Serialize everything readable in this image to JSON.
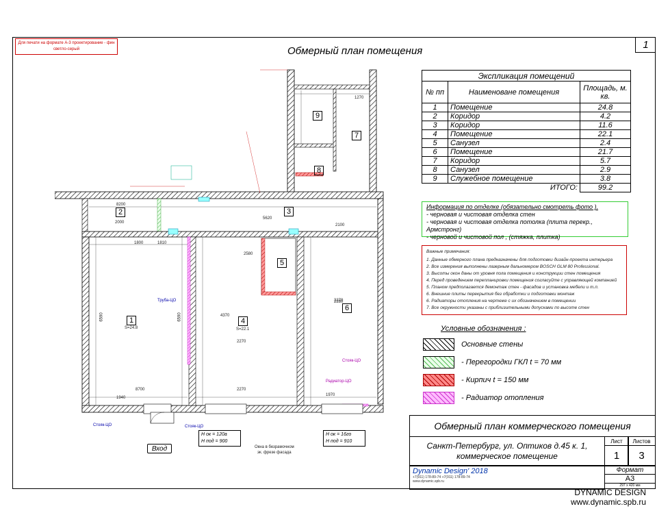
{
  "header": {
    "print_note": "Для печати на формате А-3 проектирование - фин светло-серый",
    "title": "Обмерный план  помещения",
    "page_number": "1"
  },
  "explication": {
    "caption": "Экспликация помещений",
    "col_num": "№ пп",
    "col_name": "Наименоване помещения",
    "col_area": "Площадь, м. кв.",
    "rows": [
      {
        "num": "1",
        "name": "Помещение",
        "area": "24.8"
      },
      {
        "num": "2",
        "name": "Коридор",
        "area": "4.2"
      },
      {
        "num": "3",
        "name": "Коридор",
        "area": "11.6"
      },
      {
        "num": "4",
        "name": "Помещение",
        "area": "22.1"
      },
      {
        "num": "5",
        "name": "Санузел",
        "area": "2.4"
      },
      {
        "num": "6",
        "name": "Помещение",
        "area": "21.7"
      },
      {
        "num": "7",
        "name": "Коридор",
        "area": "5.7"
      },
      {
        "num": "8",
        "name": "Санузел",
        "area": "2.9"
      },
      {
        "num": "9",
        "name": "Служебное помещение",
        "area": "3.8"
      }
    ],
    "total_label": "ИТОГО:",
    "total_value": "99.2"
  },
  "info": {
    "title": "Информация по отделке (обязательно смотреть фото ).",
    "lines": [
      "- черновая и чистовая отделка стен",
      "- черновая и чистовая отделка потолка  (плита перекр., Армстронг)",
      "- черновой и чистовой пол , (стяжка, плитка)"
    ]
  },
  "notes": {
    "title": "Важные примечания:",
    "lines": [
      "1. Данные обмерного плана предназначены для подготовки дизайн-проекта интерьера",
      "2. Все измерения выполнены лазерным дальномером  BOSCH GLM 80 Professional.",
      "3. Высоты окон даны от уровня пола помещения и конструкции стен помещения",
      "4. Перед проведением перепланировки помещения согласуйте с управляющей компанией",
      "5. Планом предполагается демонтаж стен  - фасадов и установка мебели и т.п.",
      "6. Внешние плиты перекрытия без обработки и подготовки        монтаж",
      "6. Радиаторы отопления на чертеже с их обозначением в помещении",
      "7. Все окружности указаны с приблизительными допусками по высоте стен"
    ]
  },
  "legend": {
    "title": "Условные обозначения :",
    "items": [
      {
        "label": "Основные  стены"
      },
      {
        "label": "- Перегородки ГКЛ  t = 70 мм"
      },
      {
        "label": "- Кирпич  t = 150 мм"
      },
      {
        "label": "- Радиатор отопления"
      }
    ]
  },
  "stamp": {
    "title": "Обмерный план коммерческого помещения",
    "address": "Санкт-Петербург,  ул. Оптиков д.45 к. 1,",
    "address2": "коммерческое помещение",
    "sheet_label": "Лист",
    "sheets_label": "Листов",
    "sheet": "1",
    "sheets": "3",
    "format_label": "Формат",
    "format": "А3",
    "company": "Dynamic Design' 2018",
    "phones": "+7(911) 178-89-74    +7(911) 178-89-74",
    "site": "www.dynamic.spb.ru",
    "size": "297 х 420 мм"
  },
  "plan": {
    "rooms": [
      {
        "id": "1",
        "n": "1",
        "area": "S=24.8"
      },
      {
        "id": "2",
        "n": "2"
      },
      {
        "id": "3",
        "n": "3"
      },
      {
        "id": "4",
        "n": "4",
        "area": "S=22.1"
      },
      {
        "id": "5",
        "n": "5"
      },
      {
        "id": "6",
        "n": "6"
      },
      {
        "id": "7",
        "n": "7"
      },
      {
        "id": "8",
        "n": "8"
      },
      {
        "id": "9",
        "n": "9"
      }
    ],
    "entrance": "Вход",
    "window_a": {
      "h1": "Н ок = 120а",
      "h2": "Н под = 900"
    },
    "window_b": {
      "h1": "Н ок = 16го",
      "h2": "Н под = 910"
    },
    "window_note1": "Окна в безрамочном",
    "window_note2": "эк. фрезе фасада",
    "pipe1": "Труба-ЦО",
    "pipe2": "Стояк-ЦО",
    "pipe3": "Стояк-ЦО",
    "pipe4": "Стояк-ЦО",
    "radiator1": "Радиатор-ЦО",
    "dims": {
      "d1": "8200",
      "d2": "8700",
      "d3": "2270",
      "d4": "2270",
      "d5": "1940",
      "d6": "1970",
      "d7": "6590",
      "d8": "6590",
      "d9": "2580",
      "d10": "4370",
      "d11": "2280",
      "d12": "1270",
      "d13": "2000",
      "d14": "2100",
      "d15": "1800",
      "d16": "1810",
      "d17": "3270",
      "d18": "5620"
    }
  },
  "brand": {
    "name": "DYNAMIC DESIGN",
    "site": "www.dynamic.spb.ru"
  }
}
